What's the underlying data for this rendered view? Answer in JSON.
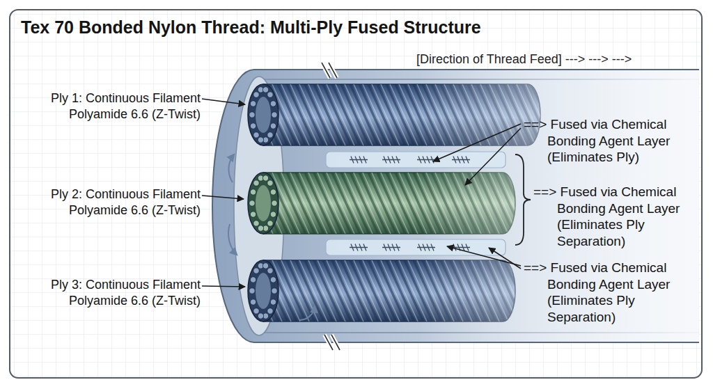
{
  "diagram": {
    "title": "Tex 70 Bonded Nylon Thread: Multi-Ply Fused Structure",
    "labels": [
      "[Direction of Thread Feed] ---> ---> --->",
      "Ply 1: Continuous Filament Polyamide 6.6 (Z-Twist)",
      "==> Fused via Chemical Bonding Agent Layer (Eliminates Ply)",
      "Ply 2: Continuous Filament Polyamide 6.6 (Z-Twist)",
      "==> Fused via Chemical Bonding Agent Layer (Eliminates Ply Separation)",
      "Ply 3: Continuous Filament Polyamide 6.6 (Z-Twist)",
      "==> Fused via Chemical Bonding Agent Layer (Eliminates Ply Separation)"
    ]
  }
}
